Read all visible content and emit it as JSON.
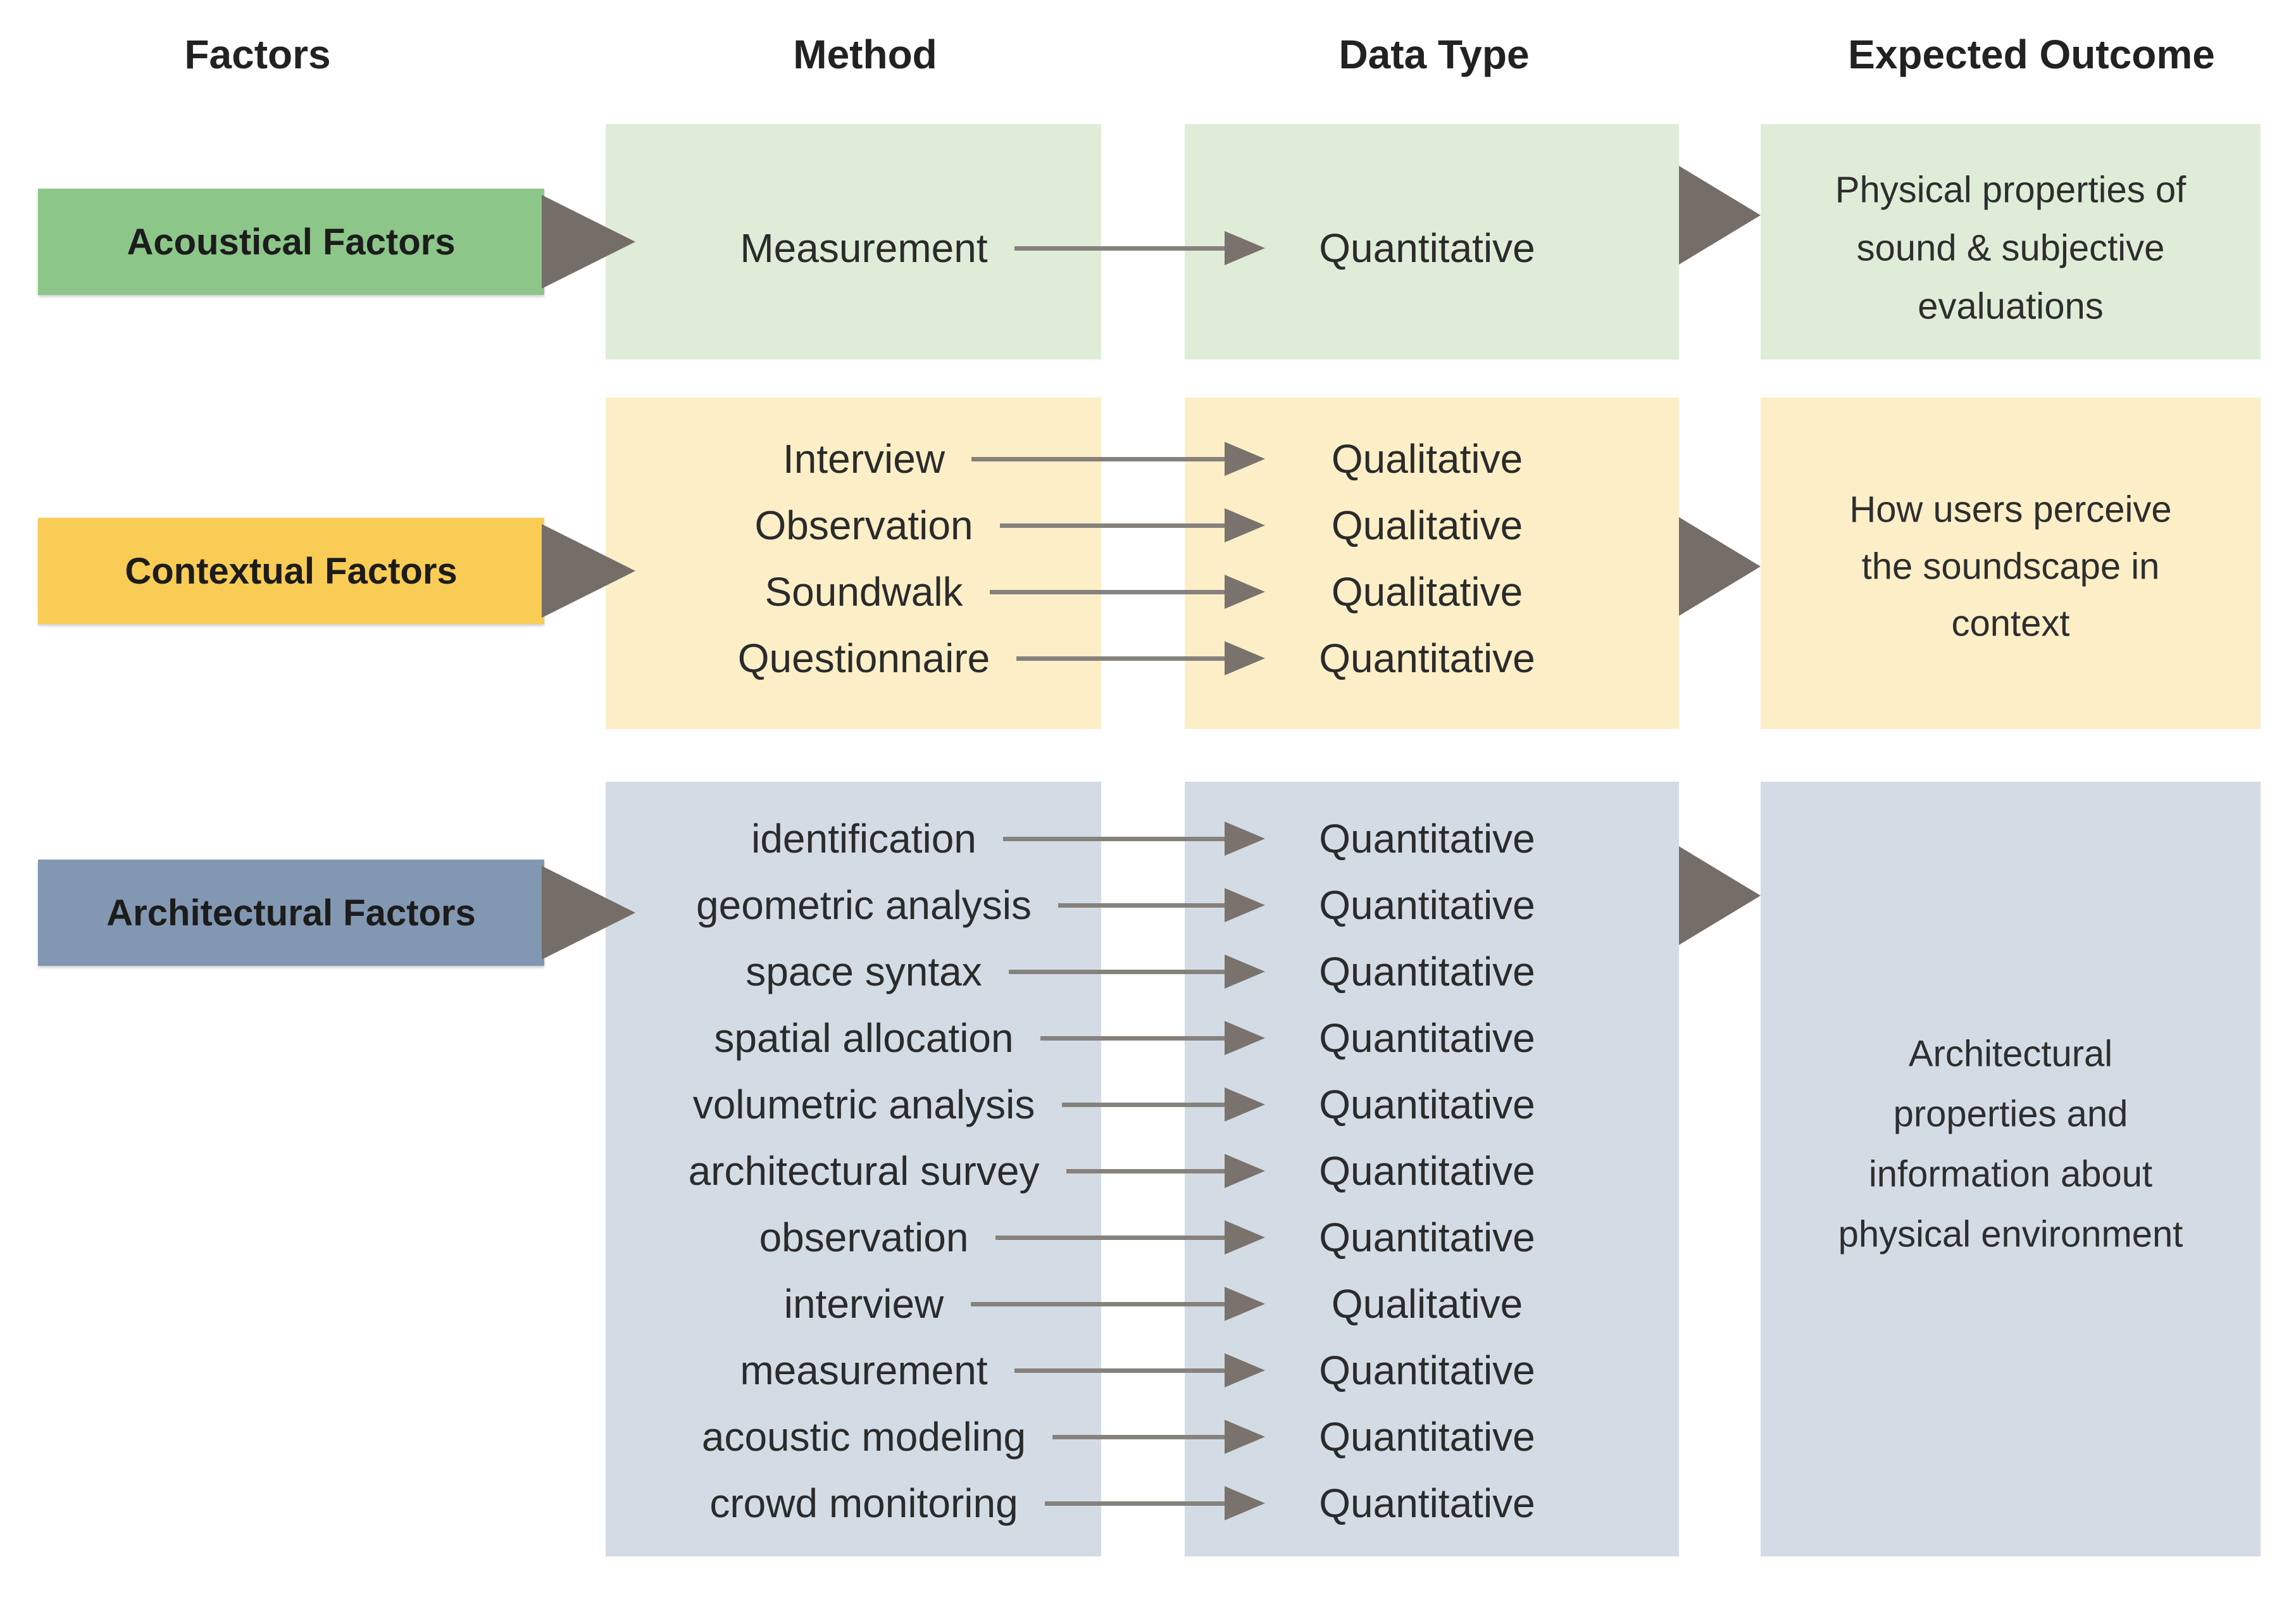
{
  "headers": {
    "factors": "Factors",
    "method": "Method",
    "data_type": "Data Type",
    "expected_outcome": "Expected Outcome"
  },
  "colors": {
    "arrow": "#756d67",
    "connector_line": "#85817c",
    "connector_head": "#7a736d",
    "acoustical_factor_bg": "#8cc689",
    "acoustical_panel_bg": "#dfedd8",
    "contextual_factor_bg": "#f9cc55",
    "contextual_panel_bg": "#fcefc8",
    "architectural_factor_bg": "#8297b1",
    "architectural_panel_bg": "#d3dce5"
  },
  "rows": [
    {
      "id": "acoustical",
      "factor": "Acoustical Factors",
      "colors": {
        "factor_bg": "#8cc689",
        "panel_bg": "#dfedd8"
      },
      "methods": [
        {
          "label": "Measurement",
          "data_type": "Quantitative"
        }
      ],
      "outcome_lines": [
        "Physical properties of",
        "sound & subjective",
        "evaluations"
      ]
    },
    {
      "id": "contextual",
      "factor": "Contextual Factors",
      "colors": {
        "factor_bg": "#f9cc55",
        "panel_bg": "#fcefc8"
      },
      "methods": [
        {
          "label": "Interview",
          "data_type": "Qualitative"
        },
        {
          "label": "Observation",
          "data_type": "Qualitative"
        },
        {
          "label": "Soundwalk",
          "data_type": "Qualitative"
        },
        {
          "label": "Questionnaire",
          "data_type": "Quantitative"
        }
      ],
      "outcome_lines": [
        "How users perceive",
        "the soundscape in",
        "context"
      ]
    },
    {
      "id": "architectural",
      "factor": "Architectural Factors",
      "colors": {
        "factor_bg": "#8297b1",
        "panel_bg": "#d3dce5"
      },
      "methods": [
        {
          "label": "identification",
          "data_type": "Quantitative"
        },
        {
          "label": "geometric analysis",
          "data_type": "Quantitative"
        },
        {
          "label": "space syntax",
          "data_type": "Quantitative"
        },
        {
          "label": "spatial allocation",
          "data_type": "Quantitative"
        },
        {
          "label": "volumetric analysis",
          "data_type": "Quantitative"
        },
        {
          "label": "architectural survey",
          "data_type": "Quantitative"
        },
        {
          "label": "observation",
          "data_type": "Quantitative"
        },
        {
          "label": "interview",
          "data_type": "Qualitative"
        },
        {
          "label": "measurement",
          "data_type": "Quantitative"
        },
        {
          "label": "acoustic modeling",
          "data_type": "Quantitative"
        },
        {
          "label": "crowd monitoring",
          "data_type": "Quantitative"
        }
      ],
      "outcome_lines": [
        "Architectural",
        "properties and",
        "information about",
        "physical environment"
      ]
    }
  ]
}
